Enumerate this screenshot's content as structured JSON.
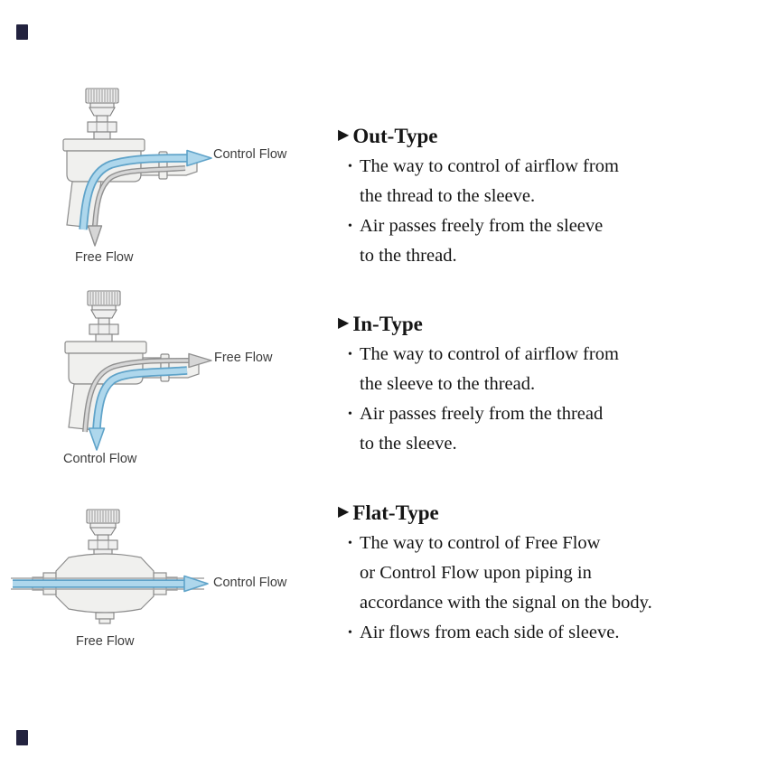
{
  "bullet_char": "•",
  "colors": {
    "flow_blue_fill": "#aed7ec",
    "flow_blue_stroke": "#5fa3c9",
    "flow_gray_fill": "#d6d6d6",
    "flow_gray_stroke": "#909090",
    "body_fill": "#f0f0ee",
    "body_stroke": "#8c8c8c",
    "label_color": "#3c3c3c",
    "text_color": "#151515",
    "mark_color": "#23233f"
  },
  "figures": [
    {
      "name": "out-type-valve",
      "flow_arrow_label": "Control Flow",
      "port_label": "Free Flow"
    },
    {
      "name": "in-type-valve",
      "flow_arrow_label": "Free Flow",
      "port_label": "Control Flow"
    },
    {
      "name": "flat-type-valve",
      "flow_arrow_label": "Control Flow",
      "port_label": "Free Flow"
    }
  ],
  "sections": [
    {
      "marker": "▶",
      "heading": "Out-Type",
      "bullets": [
        "The way to control of airflow from\nthe thread to the sleeve.",
        "Air passes freely from the sleeve\nto the thread."
      ]
    },
    {
      "marker": "▶",
      "heading": "In-Type",
      "bullets": [
        "The way to control of airflow from\nthe sleeve to the thread.",
        "Air passes freely from the thread\nto the sleeve."
      ]
    },
    {
      "marker": "▶",
      "heading": "Flat-Type",
      "bullets": [
        "The way to control of Free Flow\nor Control Flow upon piping in\naccordance with the signal on the body.",
        "Air flows from each side of sleeve."
      ]
    }
  ]
}
